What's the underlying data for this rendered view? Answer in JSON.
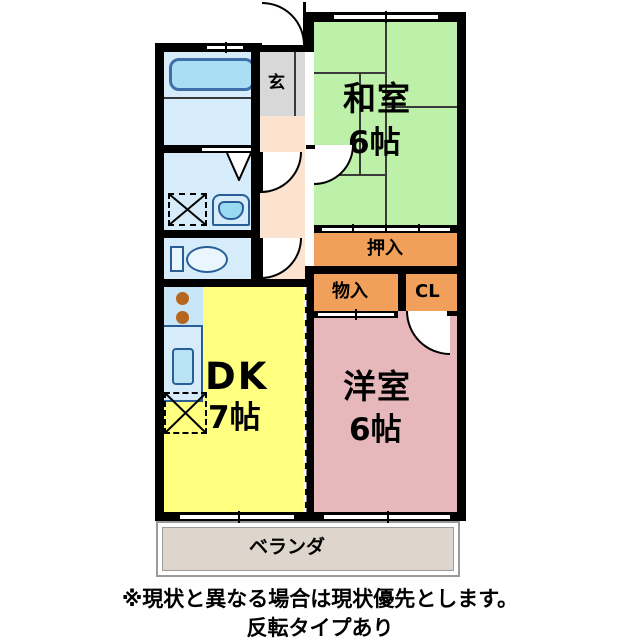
{
  "document": {
    "type": "floor-plan",
    "layout_name": "2DK"
  },
  "rooms": [
    {
      "key": "washitsu",
      "name": "和室",
      "size": "6帖",
      "color": "#bdf0a8"
    },
    {
      "key": "yoshitsu",
      "name": "洋室",
      "size": "6帖",
      "color": "#e6b7bb"
    },
    {
      "key": "dk",
      "name": "DK",
      "size": "7帖",
      "color": "#ffff80"
    },
    {
      "key": "oshiire",
      "name": "押入",
      "size": "",
      "color": "#f0a05a"
    },
    {
      "key": "mononyure",
      "name": "物入",
      "size": "",
      "color": "#f0a05a"
    },
    {
      "key": "closet",
      "name": "CL",
      "size": "",
      "color": "#f0a05a"
    },
    {
      "key": "genkan",
      "name": "玄",
      "size": "",
      "color": "#d8d8d8"
    },
    {
      "key": "veranda",
      "name": "ベランダ",
      "size": "",
      "color": "#ded5cc"
    }
  ],
  "labels": {
    "washitsu_name": "和室",
    "washitsu_size": "6帖",
    "yoshitsu_name": "洋室",
    "yoshitsu_size": "6帖",
    "dk_name": "DK",
    "dk_size": "7帖",
    "oshiire": "押入",
    "mononyure": "物入",
    "closet": "CL",
    "genkan": "玄",
    "veranda": "ベランダ"
  },
  "fixtures": {
    "bathtub": "bathtub-icon",
    "toilet": "toilet-icon",
    "washbasin": "washbasin-icon",
    "washer_space": "washing-machine-space-icon",
    "kitchen_sink": "kitchen-sink-icon",
    "stove": "stove-icon",
    "refrigerator_space": "refrigerator-space-icon",
    "entrance_door": "entrance-door-icon"
  },
  "notes": {
    "line1": "※現状と異なる場合は現状優先とします。",
    "line2": "反転タイプあり"
  },
  "colors": {
    "wall": "#000000",
    "washitsu": "#bdf0a8",
    "yoshitsu": "#e6b7bb",
    "dk": "#ffff80",
    "closet": "#f0a05a",
    "hallway": "#fbe3d0",
    "genkan": "#d8d8d8",
    "bath": "#d6ecfb",
    "veranda": "#ded5cc",
    "background": "#ffffff"
  }
}
